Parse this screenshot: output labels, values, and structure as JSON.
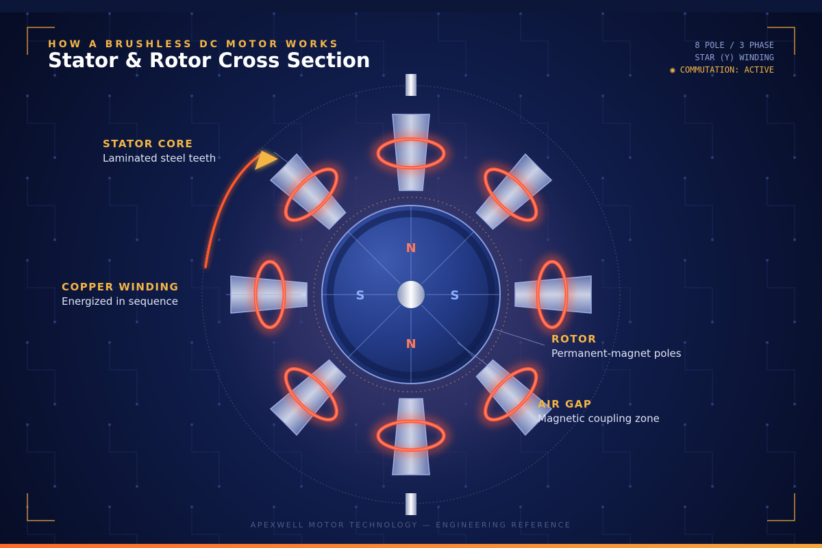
{
  "header": {
    "kicker": "HOW A BRUSHLESS DC MOTOR WORKS",
    "title": "Stator & Rotor Cross Section"
  },
  "specs": {
    "poles": "8 POLE / 3 PHASE",
    "winding": "STAR (Y) WINDING",
    "commutation": "◉ COMMUTATION: ACTIVE"
  },
  "callouts": {
    "stator": {
      "title": "STATOR CORE",
      "desc": "Laminated steel teeth"
    },
    "winding": {
      "title": "COPPER WINDING",
      "desc": "Energized in sequence"
    },
    "rotor": {
      "title": "ROTOR",
      "desc": "Permanent-magnet poles"
    },
    "airgap": {
      "title": "AIR GAP",
      "desc": "Magnetic coupling zone"
    }
  },
  "rotor_poles": {
    "top": "N",
    "bottom": "N",
    "left": "S",
    "right": "S"
  },
  "footer": "APEXWELL MOTOR TECHNOLOGY — ENGINEERING REFERENCE",
  "colors": {
    "accent": "#f4b545",
    "coil": "#ff5a3c",
    "north": "#ff7b5a",
    "south": "#8fb0ff",
    "background": "#0a1230"
  }
}
